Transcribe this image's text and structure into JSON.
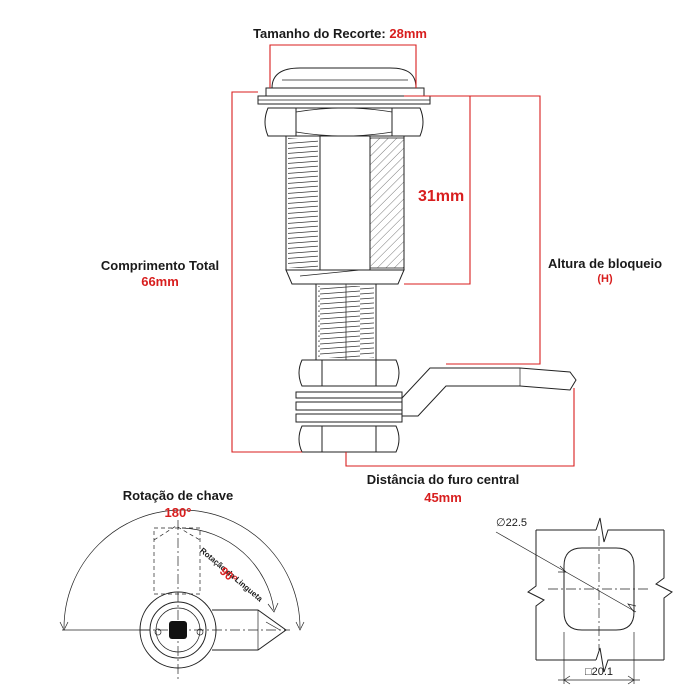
{
  "labels": {
    "cutout_prefix": "Tamanho do Recorte:",
    "cutout_value": "28mm",
    "thread_length": "31mm",
    "total_length_title": "Comprimento Total",
    "total_length_value": "66mm",
    "lock_height_title": "Altura de bloqueio",
    "lock_height_value": "(H)",
    "center_hole_title": "Distância do furo central",
    "center_hole_value": "45mm",
    "key_rotation_title": "Rotação de chave",
    "key_rotation_value": "180°",
    "tongue_rotation_title": "Rotação da Lingueta",
    "tongue_rotation_value": "90°",
    "diameter": "∅22.5",
    "flat_width": "□20.1"
  },
  "colors": {
    "accent": "#d81e1e",
    "line": "#222222"
  }
}
